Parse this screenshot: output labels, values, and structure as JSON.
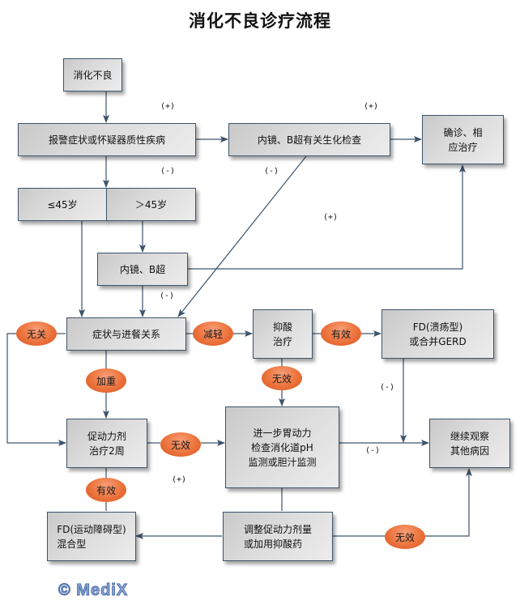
{
  "title": "消化不良诊疗流程",
  "nodes": {
    "dyspepsia": "消化不良",
    "alarm": "报警症状或怀疑器质性疾病",
    "endoscopy_labs": "内镜、B超有关生化检查",
    "diagnosis": "确诊、相\n应治疗",
    "age_le45": "≤45岁",
    "age_gt45": "＞45岁",
    "endoscopy": "内镜、B超",
    "meal_relation": "症状与进餐关系",
    "acid_suppression": "抑酸\n治疗",
    "fd_ulcer": "FD(溃疡型)\n或合并GERD",
    "prokinetic": "促动力剂\n治疗2周",
    "further_tests": "进一步胃动力\n检查消化道pH\n监测或胆汁监测",
    "observe": "继续观察\n其他病因",
    "fd_motility": "FD(运动障碍型)\n混合型",
    "adjust": "调整促动力剂量\n或加用抑酸药"
  },
  "outcomes": {
    "unrelated": "无关",
    "relieved": "减轻",
    "worsened": "加重",
    "effective_acid": "有效",
    "ineffective_acid": "无效",
    "ineffective_prokinetic": "无效",
    "effective_prokinetic": "有效",
    "ineffective_adjust": "无效"
  },
  "edge_labels": {
    "alarm_positive": "(+)",
    "alarm_negative": "(-)",
    "labs_positive": "(+)",
    "labs_negative": "(-)",
    "endoscopy_positive": "(+)",
    "endoscopy_negative": "(-)",
    "fd_ulcer_negative": "(-)",
    "further_negative": "(-)",
    "further_positive": "(+)"
  },
  "watermark": "© MediX",
  "colors": {
    "line": "#3d546b",
    "pill": "#ef7a45",
    "box": "#dcdcdc"
  }
}
